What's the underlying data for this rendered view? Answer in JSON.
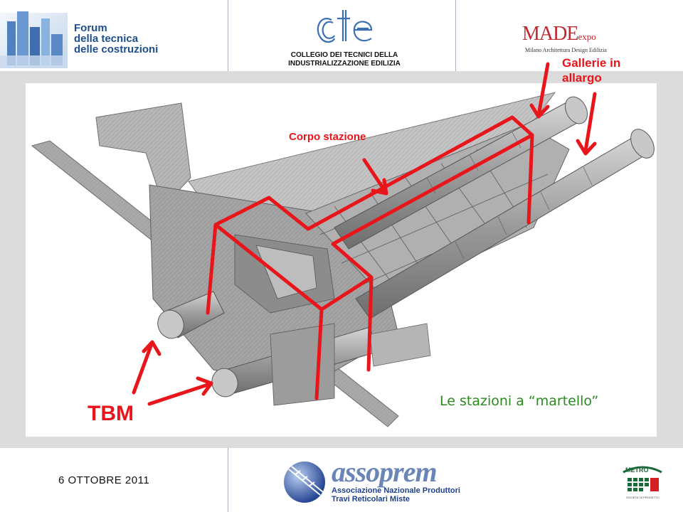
{
  "header": {
    "forum_logo": {
      "lines": [
        "Forum",
        "della tecnica",
        "delle costruzioni"
      ],
      "icon": "building-skyline-icon"
    },
    "cte_logo": {
      "mark": "cte",
      "subtitle_lines": [
        "COLLEGIO DEI TECNICI DELLA",
        "INDUSTRIALIZZAZIONE EDILIZIA"
      ]
    },
    "made_logo": {
      "brand": "MADE",
      "brand_suffix": "expo",
      "subtitle": "Milano Architettura Design Edilizia",
      "color": "#c0282f"
    }
  },
  "slide": {
    "title": "Le stazioni a “martello”",
    "labels": {
      "gallerie_lines": [
        "Gallerie in",
        "allargo"
      ],
      "corpo_stazione": "Corpo stazione",
      "tbm": "TBM"
    },
    "diagram_icon": "metro-station-3d-model",
    "accent_red": "#e8151b",
    "title_green": "#2a8a1f"
  },
  "footer": {
    "date": "6 OTTOBRE 2011",
    "assoprem": {
      "word": "assoprem",
      "sub_lines": [
        "Associazione Nazionale Produttori",
        "Travi Reticolari Miste"
      ],
      "icon": "globe-truss-icon"
    },
    "metro_logo": {
      "word": "METRO",
      "sub": "SOCIETA' DI PROGETTO",
      "icon": "metro-grid-icon"
    }
  }
}
